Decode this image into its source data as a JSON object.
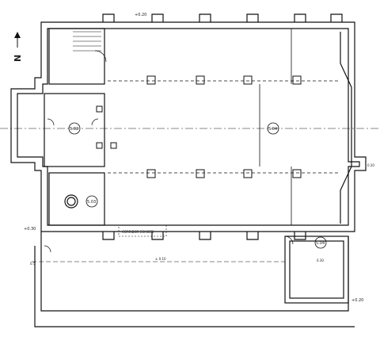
{
  "drawing": {
    "north_label": "N",
    "elevation_labels": {
      "top_right": "+0.20",
      "left_mid": "+0.30",
      "right_bottom": "+0.20",
      "mid_left": "0.5",
      "right_side": "0.20"
    },
    "room_tags": {
      "nave": "5.04",
      "west_room": "5.02",
      "southwest_room": "5.03",
      "southeast_room": "5.04",
      "south_yard": "0.30"
    },
    "annotations": {
      "corridor_note": "CORRIDOR ECHOED",
      "yard_dimension": "± 0.10"
    }
  }
}
